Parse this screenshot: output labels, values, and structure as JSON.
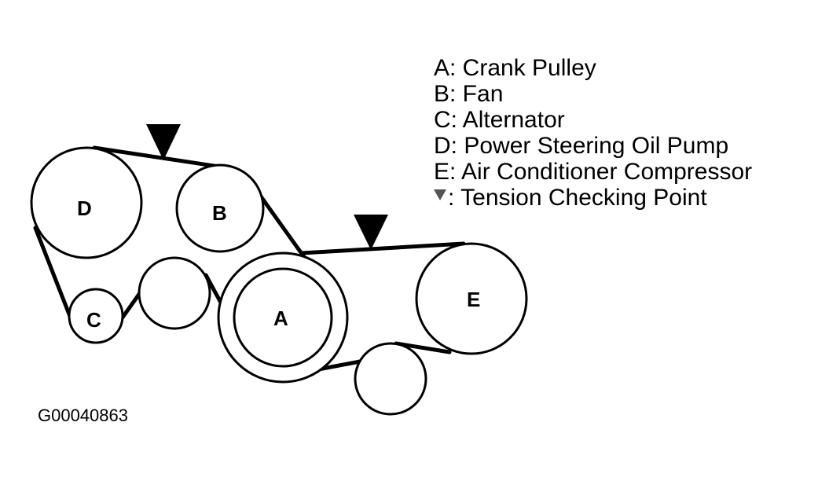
{
  "pulleys": {
    "d": "D",
    "b": "B",
    "c": "C",
    "a": "A",
    "e": "E"
  },
  "legend": {
    "a": "A: Crank Pulley",
    "b": "B: Fan",
    "c": "C: Alternator",
    "d": "D: Power Steering Oil Pump",
    "e": "E: Air Conditioner Compressor",
    "tension": ": Tension Checking Point"
  },
  "figure_id": "G00040863",
  "colors": {
    "line": "#000000",
    "background": "#ffffff"
  }
}
